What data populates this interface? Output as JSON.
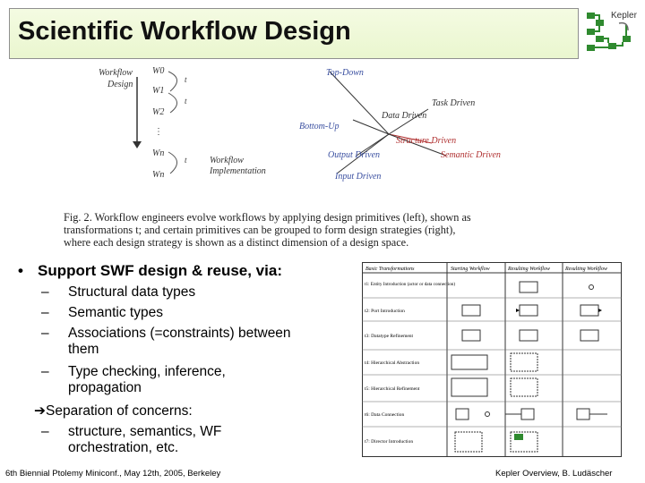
{
  "slide": {
    "title": "Scientific Workflow Design",
    "logo_word": "Kepler"
  },
  "figure": {
    "left_label": [
      "Workflow",
      "Design"
    ],
    "bottom_label": [
      "Workflow",
      "Implementation"
    ],
    "w_labels": [
      "W0",
      "W1",
      "W2",
      "Wn",
      "Wn"
    ],
    "t_labels": [
      "t",
      "t",
      "t"
    ],
    "strategies": [
      "Top-Down",
      "Task Driven",
      "Data Driven",
      "Bottom-Up",
      "Structure Driven",
      "Output Driven",
      "Semantic Driven",
      "Input Driven"
    ],
    "caption_lines": [
      "Fig. 2. Workflow engineers evolve workflows by applying design primitives (left), shown as",
      "transformations t; and certain primitives can be grouped to form design strategies (right),",
      "where each design strategy is shown as a distinct dimension of a design space."
    ]
  },
  "content": {
    "bullet": "Support SWF design & reuse, via:",
    "items": [
      {
        "dash": "–",
        "lines": [
          "Structural data types"
        ]
      },
      {
        "dash": "–",
        "lines": [
          "Semantic types"
        ]
      },
      {
        "dash": "–",
        "lines": [
          "Associations (=constraints) between",
          "them"
        ]
      },
      {
        "dash": "–",
        "lines": [
          "Type checking, inference,",
          "propagation"
        ]
      }
    ],
    "arrow_item": "Separation of concerns:",
    "last_item": {
      "dash": "–",
      "lines": [
        "structure, semantics, WF",
        "orchestration, etc."
      ]
    }
  },
  "table": {
    "headers": [
      "Basic Transformations",
      "Starting Workflow",
      "Resulting Workflow",
      "Resulting Workflow"
    ],
    "rows": [
      "t1: Entity Introduction (actor or data connection)",
      "t2: Port Introduction",
      "t3: Datatype Refinement",
      "t4: Hierarchical Abstraction",
      "t5: Hierarchical Refinement",
      "t6: Data Connection",
      "t7: Director Introduction"
    ]
  },
  "footer": {
    "left": "6th Biennial Ptolemy Miniconf., May 12th, 2005, Berkeley",
    "right": "Kepler Overview, B. Ludäscher"
  },
  "colors": {
    "title_bg": "#eef8d8",
    "logo_green": "#2f8a2f",
    "strategy_red": "#b03030",
    "strategy_blue": "#3a4fa0"
  }
}
